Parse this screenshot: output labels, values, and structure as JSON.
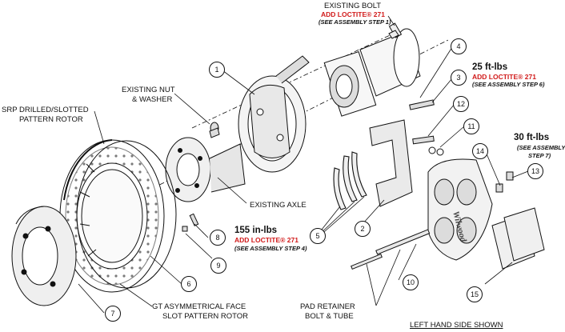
{
  "labels": {
    "existing_bolt": "EXISTING BOLT",
    "existing_bolt_loctite": "ADD LOCTITE® 271",
    "existing_bolt_step": "(SEE ASSEMBLY STEP 1)",
    "existing_nut_line1": "EXISTING NUT",
    "existing_nut_line2": "& WASHER",
    "rotor_line1": "SRP DRILLED/SLOTTED",
    "rotor_line2": "PATTERN ROTOR",
    "existing_axle": "EXISTING AXLE",
    "gt_line1": "GT ASYMMETRICAL FACE",
    "gt_line2": "SLOT PATTERN ROTOR",
    "pad_line1": "PAD RETAINER",
    "pad_line2": "BOLT & TUBE",
    "footer": "LEFT HAND SIDE SHOWN"
  },
  "torques": {
    "t25": "25 ft-lbs",
    "t25_loctite": "ADD LOCTITE® 271",
    "t25_step": "(SEE ASSEMBLY STEP 6)",
    "t30": "30 ft-lbs",
    "t30_step1": "(SEE ASSEMBLY",
    "t30_step2": "STEP 7)",
    "t155": "155 in-lbs",
    "t155_loctite": "ADD LOCTITE® 271",
    "t155_step": "(SEE ASSEMBLY STEP 4)"
  },
  "callouts": [
    "1",
    "2",
    "3",
    "4",
    "5",
    "6",
    "7",
    "8",
    "9",
    "10",
    "11",
    "12",
    "13",
    "14",
    "15"
  ],
  "brand_text": "Wilwood",
  "colors": {
    "red": "#d11a1a",
    "line": "#111111",
    "part_fill": "#f2f2f2",
    "shade": "#bdbdbd"
  }
}
